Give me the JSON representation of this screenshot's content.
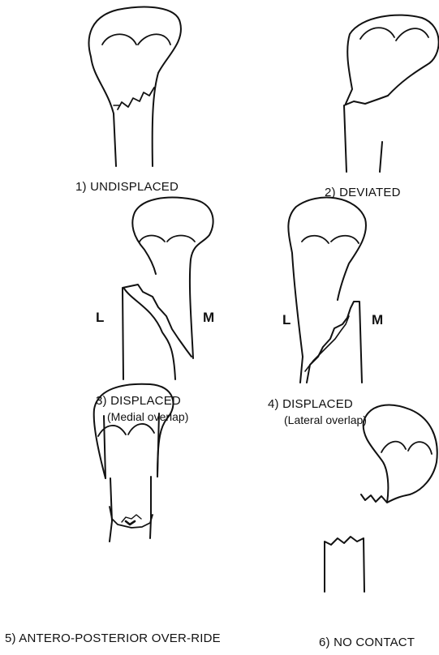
{
  "panels": [
    {
      "number": "1)",
      "caption": "UNDISPLACED",
      "subcaption": ""
    },
    {
      "number": "2)",
      "caption": "DEVIATED",
      "subcaption": ""
    },
    {
      "number": "3)",
      "caption": "DISPLACED",
      "subcaption": "(Medial overlap)"
    },
    {
      "number": "4)",
      "caption": "DISPLACED",
      "subcaption": "(Lateral overlap)"
    },
    {
      "number": "5)",
      "caption": "ANTERO-POSTERIOR OVER-RIDE",
      "subcaption": ""
    },
    {
      "number": "6)",
      "caption": "NO CONTACT",
      "subcaption": ""
    }
  ],
  "side_labels": {
    "lateral": "L",
    "medial": "M"
  }
}
